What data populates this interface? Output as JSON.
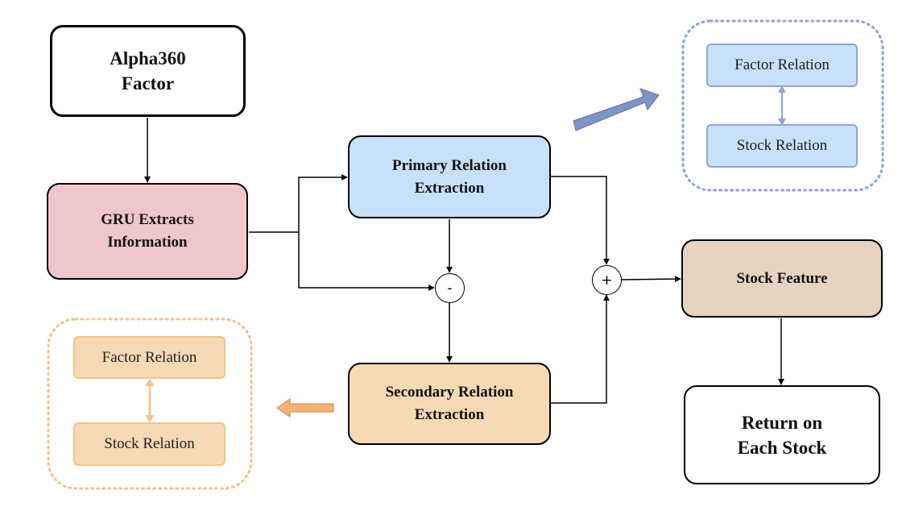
{
  "nodes": {
    "alpha360": {
      "line1": "Alpha360",
      "line2": "Factor"
    },
    "gru": {
      "line1": "GRU Extracts",
      "line2": "Information"
    },
    "primary": {
      "line1": "Primary Relation",
      "line2": "Extraction"
    },
    "secondary": {
      "line1": "Secondary Relation",
      "line2": "Extraction"
    },
    "stock_feature": {
      "label": "Stock Feature"
    },
    "return": {
      "line1": "Return on",
      "line2": "Each Stock"
    }
  },
  "operators": {
    "minus": "-",
    "plus": "+"
  },
  "legend_blue": {
    "top": "Factor Relation",
    "bottom": "Stock Relation"
  },
  "legend_orange": {
    "top": "Factor Relation",
    "bottom": "Stock Relation"
  },
  "colors": {
    "gru_fill": "#efc6cc",
    "primary_fill": "#c7e1fa",
    "secondary_fill": "#f8d9b5",
    "stock_feature_fill": "#e6d3c1",
    "blue_accent": "#8fa4d4",
    "blue_arrow": "#7f94c6",
    "orange_accent": "#f1c38a",
    "orange_arrow": "#f3b47a"
  }
}
